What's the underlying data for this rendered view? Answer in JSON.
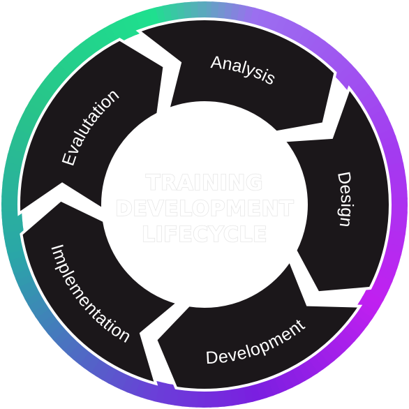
{
  "diagram": {
    "segments": [
      {
        "label": "Analysis"
      },
      {
        "label": "Design"
      },
      {
        "label": "Development"
      },
      {
        "label": "Implementation"
      },
      {
        "label": "Evalutation"
      }
    ],
    "center_title": [
      "TRAINING",
      "DEVELOPMENT",
      "LIFECYCLE"
    ]
  },
  "colors": {
    "segment_fill": "#1b171a",
    "separator": "#ffffff",
    "center_fill": "#ffffff",
    "ring_gradient": [
      "#9b6ff0",
      "#a33bf0",
      "#c020f0",
      "#7a1fe0",
      "#6a3fd8",
      "#2aa6a8",
      "#28c48a",
      "#1ee08e"
    ]
  }
}
